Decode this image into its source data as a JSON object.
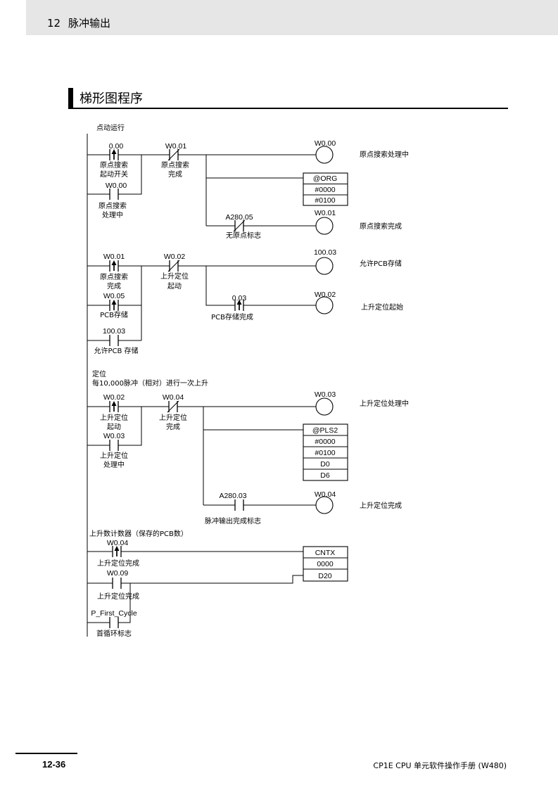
{
  "header": {
    "chapter_number": "12",
    "chapter_title": "脉冲输出"
  },
  "section_title": "梯形图程序",
  "ladder": {
    "rung1": {
      "comment": "点动运行",
      "start_contact": {
        "symbol": "up-differentiated-contact",
        "address": "0.00",
        "label": [
          "原点搜索",
          "起动开关"
        ]
      },
      "search_done_contact": {
        "symbol": "nc-contact",
        "address": "W0.01",
        "label": [
          "原点搜索",
          "完成"
        ]
      },
      "hold_contact": {
        "symbol": "no-contact",
        "address": "W0.00",
        "label": [
          "原点搜索",
          "处理中"
        ]
      },
      "busy_coil": {
        "symbol": "output-coil",
        "address": "W0.00",
        "note": "原点搜索处理中"
      },
      "instruction": [
        "@ORG",
        "#0000",
        "#0100"
      ],
      "no_origin_contact": {
        "symbol": "nc-contact",
        "address": "A280.05",
        "label": "无原点标志"
      },
      "done_coil": {
        "symbol": "output-coil",
        "address": "W0.01",
        "note": "原点搜索完成"
      }
    },
    "rung2": {
      "search_done_contact": {
        "symbol": "up-differentiated-contact",
        "address": "W0.01",
        "label": [
          "原点搜索",
          "完成"
        ]
      },
      "rise_start_contact": {
        "symbol": "nc-contact",
        "address": "W0.02",
        "label": [
          "上升定位",
          "起动"
        ]
      },
      "pcb_store_contact": {
        "symbol": "up-differentiated-contact",
        "address": "W0.05",
        "label": "PCB存储"
      },
      "allow_hold_contact": {
        "symbol": "no-contact",
        "address": "100.03",
        "label": "允许PCB 存储"
      },
      "allow_coil": {
        "symbol": "output-coil",
        "address": "100.03",
        "note": "允许PCB存储"
      },
      "store_done_contact": {
        "symbol": "up-differentiated-contact",
        "address": "0.03",
        "label": "PCB存储完成"
      },
      "rise_start_coil": {
        "symbol": "output-coil",
        "address": "W0.02",
        "note": "上升定位起始"
      }
    },
    "rung3": {
      "comment": [
        "定位",
        "每10,000脉冲（相对）进行一次上升"
      ],
      "rise_start_contact": {
        "symbol": "up-differentiated-contact",
        "address": "W0.02",
        "label": [
          "上升定位",
          "起动"
        ]
      },
      "rise_done_contact": {
        "symbol": "nc-contact",
        "address": "W0.04",
        "label": [
          "上升定位",
          "完成"
        ]
      },
      "hold_contact": {
        "symbol": "no-contact",
        "address": "W0.03",
        "label": [
          "上升定位",
          "处理中"
        ]
      },
      "busy_coil": {
        "symbol": "output-coil",
        "address": "W0.03",
        "note": "上升定位处理中"
      },
      "instruction": [
        "@PLS2",
        "#0000",
        "#0100",
        "D0",
        "D6"
      ],
      "pulse_done_contact": {
        "symbol": "no-contact",
        "address": "A280.03",
        "label": "脉冲输出完成标志"
      },
      "done_coil": {
        "symbol": "output-coil",
        "address": "W0.04",
        "note": "上升定位完成"
      }
    },
    "rung4": {
      "comment": "上升数计数器（保存的PCB数）",
      "count_contact": {
        "symbol": "up-differentiated-contact",
        "address": "W0.04",
        "label": "上升定位完成"
      },
      "reset_contact": {
        "symbol": "no-contact",
        "address": "W0.09",
        "label": "上升定位完成"
      },
      "first_cycle_contact": {
        "symbol": "no-contact",
        "address": "P_First_Cycle",
        "label": "首循环标志"
      },
      "instruction": [
        "CNTX",
        "0000",
        "D20"
      ]
    }
  },
  "footer": {
    "page_number": "12-36",
    "manual_title": "CP1E CPU 单元软件操作手册 (W480)"
  }
}
